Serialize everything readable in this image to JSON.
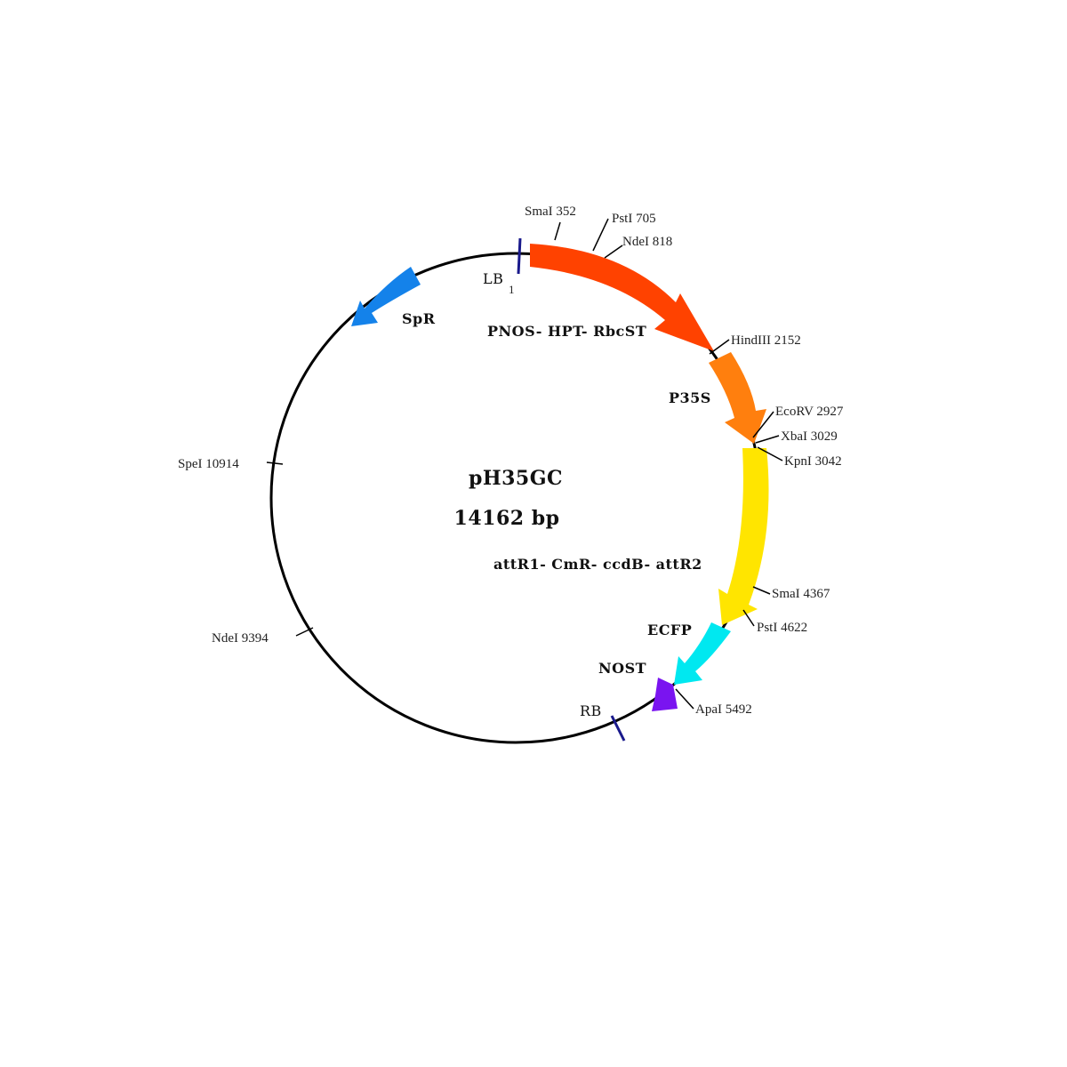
{
  "plasmid": {
    "name": "pH35GC",
    "size_label": "14162 bp",
    "length_bp": 14162
  },
  "features": [
    {
      "id": "pnos-hpt-rbcst",
      "label": "PNOS- HPT- RbcST",
      "color": "#ff4200"
    },
    {
      "id": "p35s",
      "label": "P35S",
      "color": "#ff7f0e"
    },
    {
      "id": "attr-cassette",
      "label": "attR1- CmR- ccdB- attR2",
      "color": "#ffe500"
    },
    {
      "id": "ecfp",
      "label": "ECFP",
      "color": "#00e8f0"
    },
    {
      "id": "nost",
      "label": "NOST",
      "color": "#7a14f0"
    },
    {
      "id": "spr",
      "label": "SpR",
      "color": "#1482ea"
    }
  ],
  "border_marks": {
    "lb_label": "LB",
    "lb_position": "1",
    "rb_label": "RB",
    "color": "#1a1a8c"
  },
  "sites": [
    {
      "id": "smai-352",
      "label": "SmaI 352"
    },
    {
      "id": "psti-705",
      "label": "PstI 705"
    },
    {
      "id": "ndei-818",
      "label": "NdeI 818"
    },
    {
      "id": "hindiii-2152",
      "label": "HindIII 2152"
    },
    {
      "id": "ecorv-2927",
      "label": "EcoRV 2927"
    },
    {
      "id": "xbai-3029",
      "label": "XbaI 3029"
    },
    {
      "id": "kpni-3042",
      "label": "KpnI 3042"
    },
    {
      "id": "smai-4367",
      "label": "SmaI 4367"
    },
    {
      "id": "psti-4622",
      "label": "PstI 4622"
    },
    {
      "id": "apai-5492",
      "label": "ApaI 5492"
    },
    {
      "id": "ndei-9394",
      "label": "NdeI 9394"
    },
    {
      "id": "spei-10914",
      "label": "SpeI 10914"
    }
  ]
}
